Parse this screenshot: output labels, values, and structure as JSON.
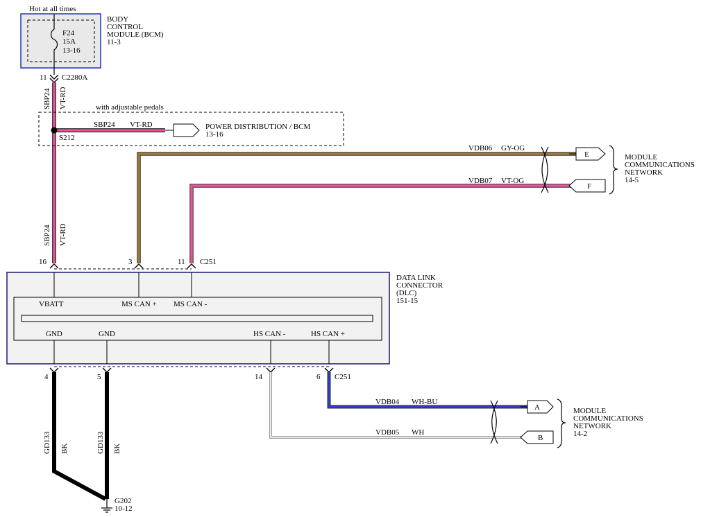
{
  "bcm": {
    "hot_label": "Hot at all times",
    "title_lines": [
      "BODY",
      "CONTROL",
      "MODULE (BCM)",
      "11-3"
    ],
    "fuse_lines": [
      "F24",
      "15A",
      "13-16"
    ],
    "pin": "11",
    "connector": "C2280A"
  },
  "circuit_sbp24": {
    "upper_circuit": "SBP24",
    "upper_color": "VT-RD",
    "lower_circuit": "SBP24",
    "lower_color": "VT-RD"
  },
  "pedals": {
    "option_label": "with adjustable pedals",
    "splice": "S212",
    "circuit": "SBP24",
    "color": "VT-RD",
    "dest_lines": [
      "POWER DISTRIBUTION / BCM",
      "13-16"
    ]
  },
  "network_top": {
    "wire_e": {
      "circuit": "VDB06",
      "color": "GY-OG",
      "letter": "E",
      "stroke": "#a07a3c"
    },
    "wire_f": {
      "circuit": "VDB07",
      "color": "VT-OG",
      "letter": "F",
      "stroke": "#e8559a"
    },
    "label_lines": [
      "MODULE",
      "COMMUNICATIONS",
      "NETWORK",
      "14-5"
    ]
  },
  "dlc": {
    "title_lines": [
      "DATA LINK",
      "CONNECTOR",
      "(DLC)",
      "151-15"
    ],
    "top_pins": [
      {
        "num": "16",
        "name": "VBATT"
      },
      {
        "num": "3",
        "name": "MS CAN +"
      },
      {
        "num": "11",
        "name": "MS CAN -"
      }
    ],
    "top_connector": "C251",
    "bottom_pins": [
      {
        "num": "4",
        "name": "GND"
      },
      {
        "num": "5",
        "name": "GND"
      },
      {
        "num": "14",
        "name": "HS CAN -"
      },
      {
        "num": "6",
        "name": "HS CAN +"
      }
    ],
    "bottom_connector": "C251"
  },
  "network_bottom": {
    "wire_a": {
      "circuit": "VDB04",
      "color": "WH-BU",
      "letter": "A",
      "stroke": "#2a3fd0"
    },
    "wire_b": {
      "circuit": "VDB05",
      "color": "WH",
      "letter": "B",
      "stroke": "#9a9a9a"
    },
    "label_lines": [
      "MODULE",
      "COMMUNICATIONS",
      "NETWORK",
      "14-2"
    ]
  },
  "ground": {
    "wire1_circuit": "GD133",
    "wire1_color": "BK",
    "wire2_circuit": "GD133",
    "wire2_color": "BK",
    "ground_point": "G202",
    "ground_ref": "10-12"
  },
  "colors": {
    "bcm_border": "#2233bb",
    "dlc_border": "#1a1a6e",
    "dlc_fill": "#f2f2f2",
    "sbp_wire": "#e8559a",
    "gray_wire": "#9a9a9a"
  }
}
